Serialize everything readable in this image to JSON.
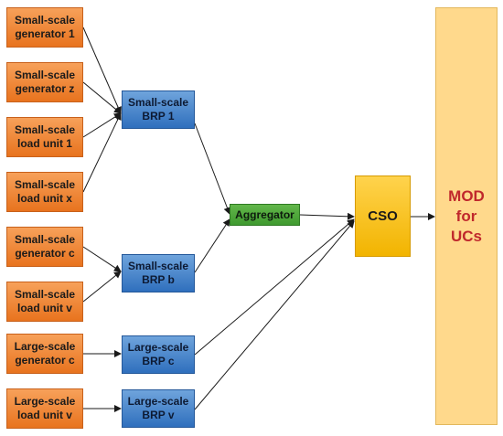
{
  "left_units": [
    {
      "id": "sg1",
      "label": "Small-scale\ngenerator 1"
    },
    {
      "id": "sgz",
      "label": "Small-scale\ngenerator z"
    },
    {
      "id": "slu1",
      "label": "Small-scale\nload unit 1"
    },
    {
      "id": "slux",
      "label": "Small-scale\nload unit x"
    },
    {
      "id": "sgc",
      "label": "Small-scale\ngenerator c"
    },
    {
      "id": "sluv",
      "label": "Small-scale\nload unit v"
    },
    {
      "id": "lgc",
      "label": "Large-scale\ngenerator c"
    },
    {
      "id": "lluv",
      "label": "Large-scale\nload unit v"
    }
  ],
  "brps": [
    {
      "id": "brp1",
      "label": "Small-scale\nBRP 1"
    },
    {
      "id": "brpb",
      "label": "Small-scale\nBRP b"
    },
    {
      "id": "brpc",
      "label": "Large-scale\nBRP c"
    },
    {
      "id": "brpv",
      "label": "Large-scale\nBRP v"
    }
  ],
  "aggregator": {
    "label": "Aggregator"
  },
  "cso": {
    "label": "CSO"
  },
  "mod": {
    "label": "MOD\nfor\nUCs"
  },
  "colors": {
    "generator_unit": "#e8731e",
    "brp": "#2f6fbd",
    "aggregator": "#3f9a2f",
    "cso": "#f2b400",
    "mod_fill": "#ffd98c",
    "mod_text": "#c0282c",
    "arrow": "#1a1a1a"
  }
}
